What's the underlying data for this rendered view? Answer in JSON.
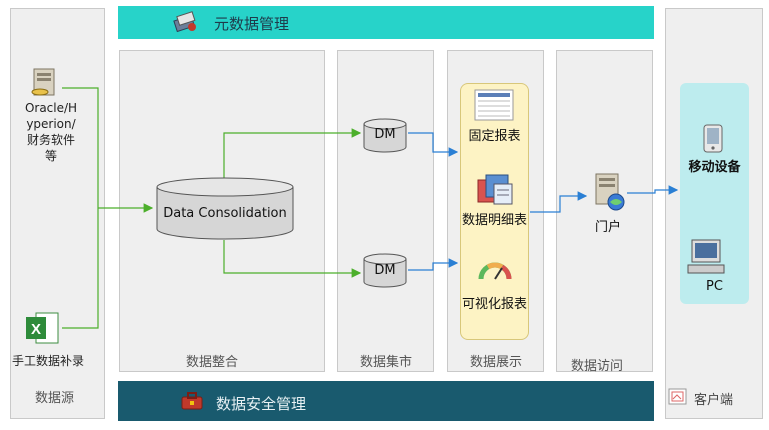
{
  "header": {
    "title": "元数据管理"
  },
  "footer": {
    "title": "数据安全管理",
    "client_label": "客户端"
  },
  "columns": {
    "source": "数据源",
    "integration": "数据整合",
    "mart": "数据集市",
    "display": "数据展示",
    "access": "数据访问"
  },
  "sources": {
    "oracle": "Oracle/H\nyperion/\n财务软件\n等",
    "manual": "手工数据补录"
  },
  "consolidation": "Data Consolidation",
  "dm_top": "DM",
  "dm_bottom": "DM",
  "reports": {
    "fixed": "固定报表",
    "detail": "数据明细表",
    "visual": "可视化报表"
  },
  "portal": "门户",
  "clients": {
    "mobile": "移动设备",
    "pc": "PC"
  },
  "colors": {
    "teal_banner": "#27d3c9",
    "navy_banner": "#195a6e",
    "green_line": "#4caf2b",
    "blue_line": "#2a7fd4",
    "report_box": "#fdf3c4",
    "client_box": "#bdecee"
  }
}
